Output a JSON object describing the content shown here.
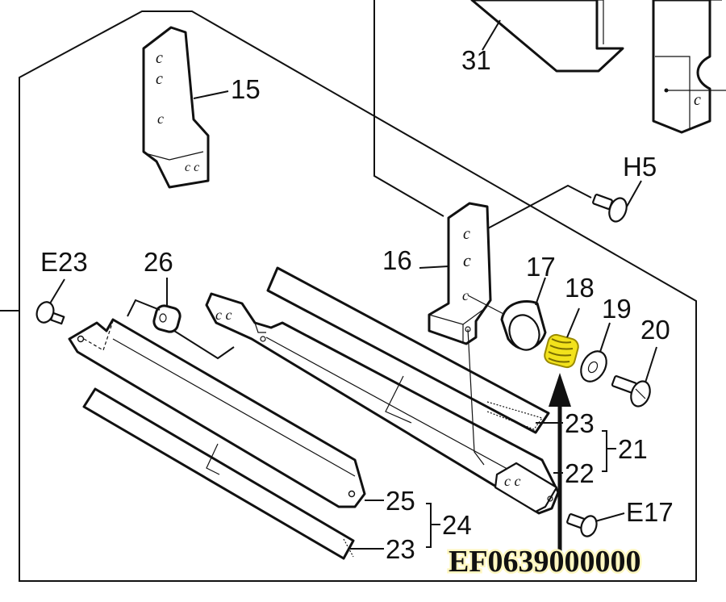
{
  "labels": {
    "p31": "31",
    "p15": "15",
    "pH5": "H5",
    "p16": "16",
    "pE23": "E23",
    "p26": "26",
    "p17": "17",
    "p18": "18",
    "p19": "19",
    "p20": "20",
    "p23a": "23",
    "p21": "21",
    "p22": "22",
    "p25": "25",
    "p24": "24",
    "p23b": "23",
    "pE17": "E17"
  },
  "part_code": "EF0639000000",
  "colors": {
    "highlight": "#f2e21c",
    "highlight_stroke": "#9a8a00",
    "arrow": "#111111",
    "ink": "#111111",
    "code_glow": "#fff7c0"
  }
}
